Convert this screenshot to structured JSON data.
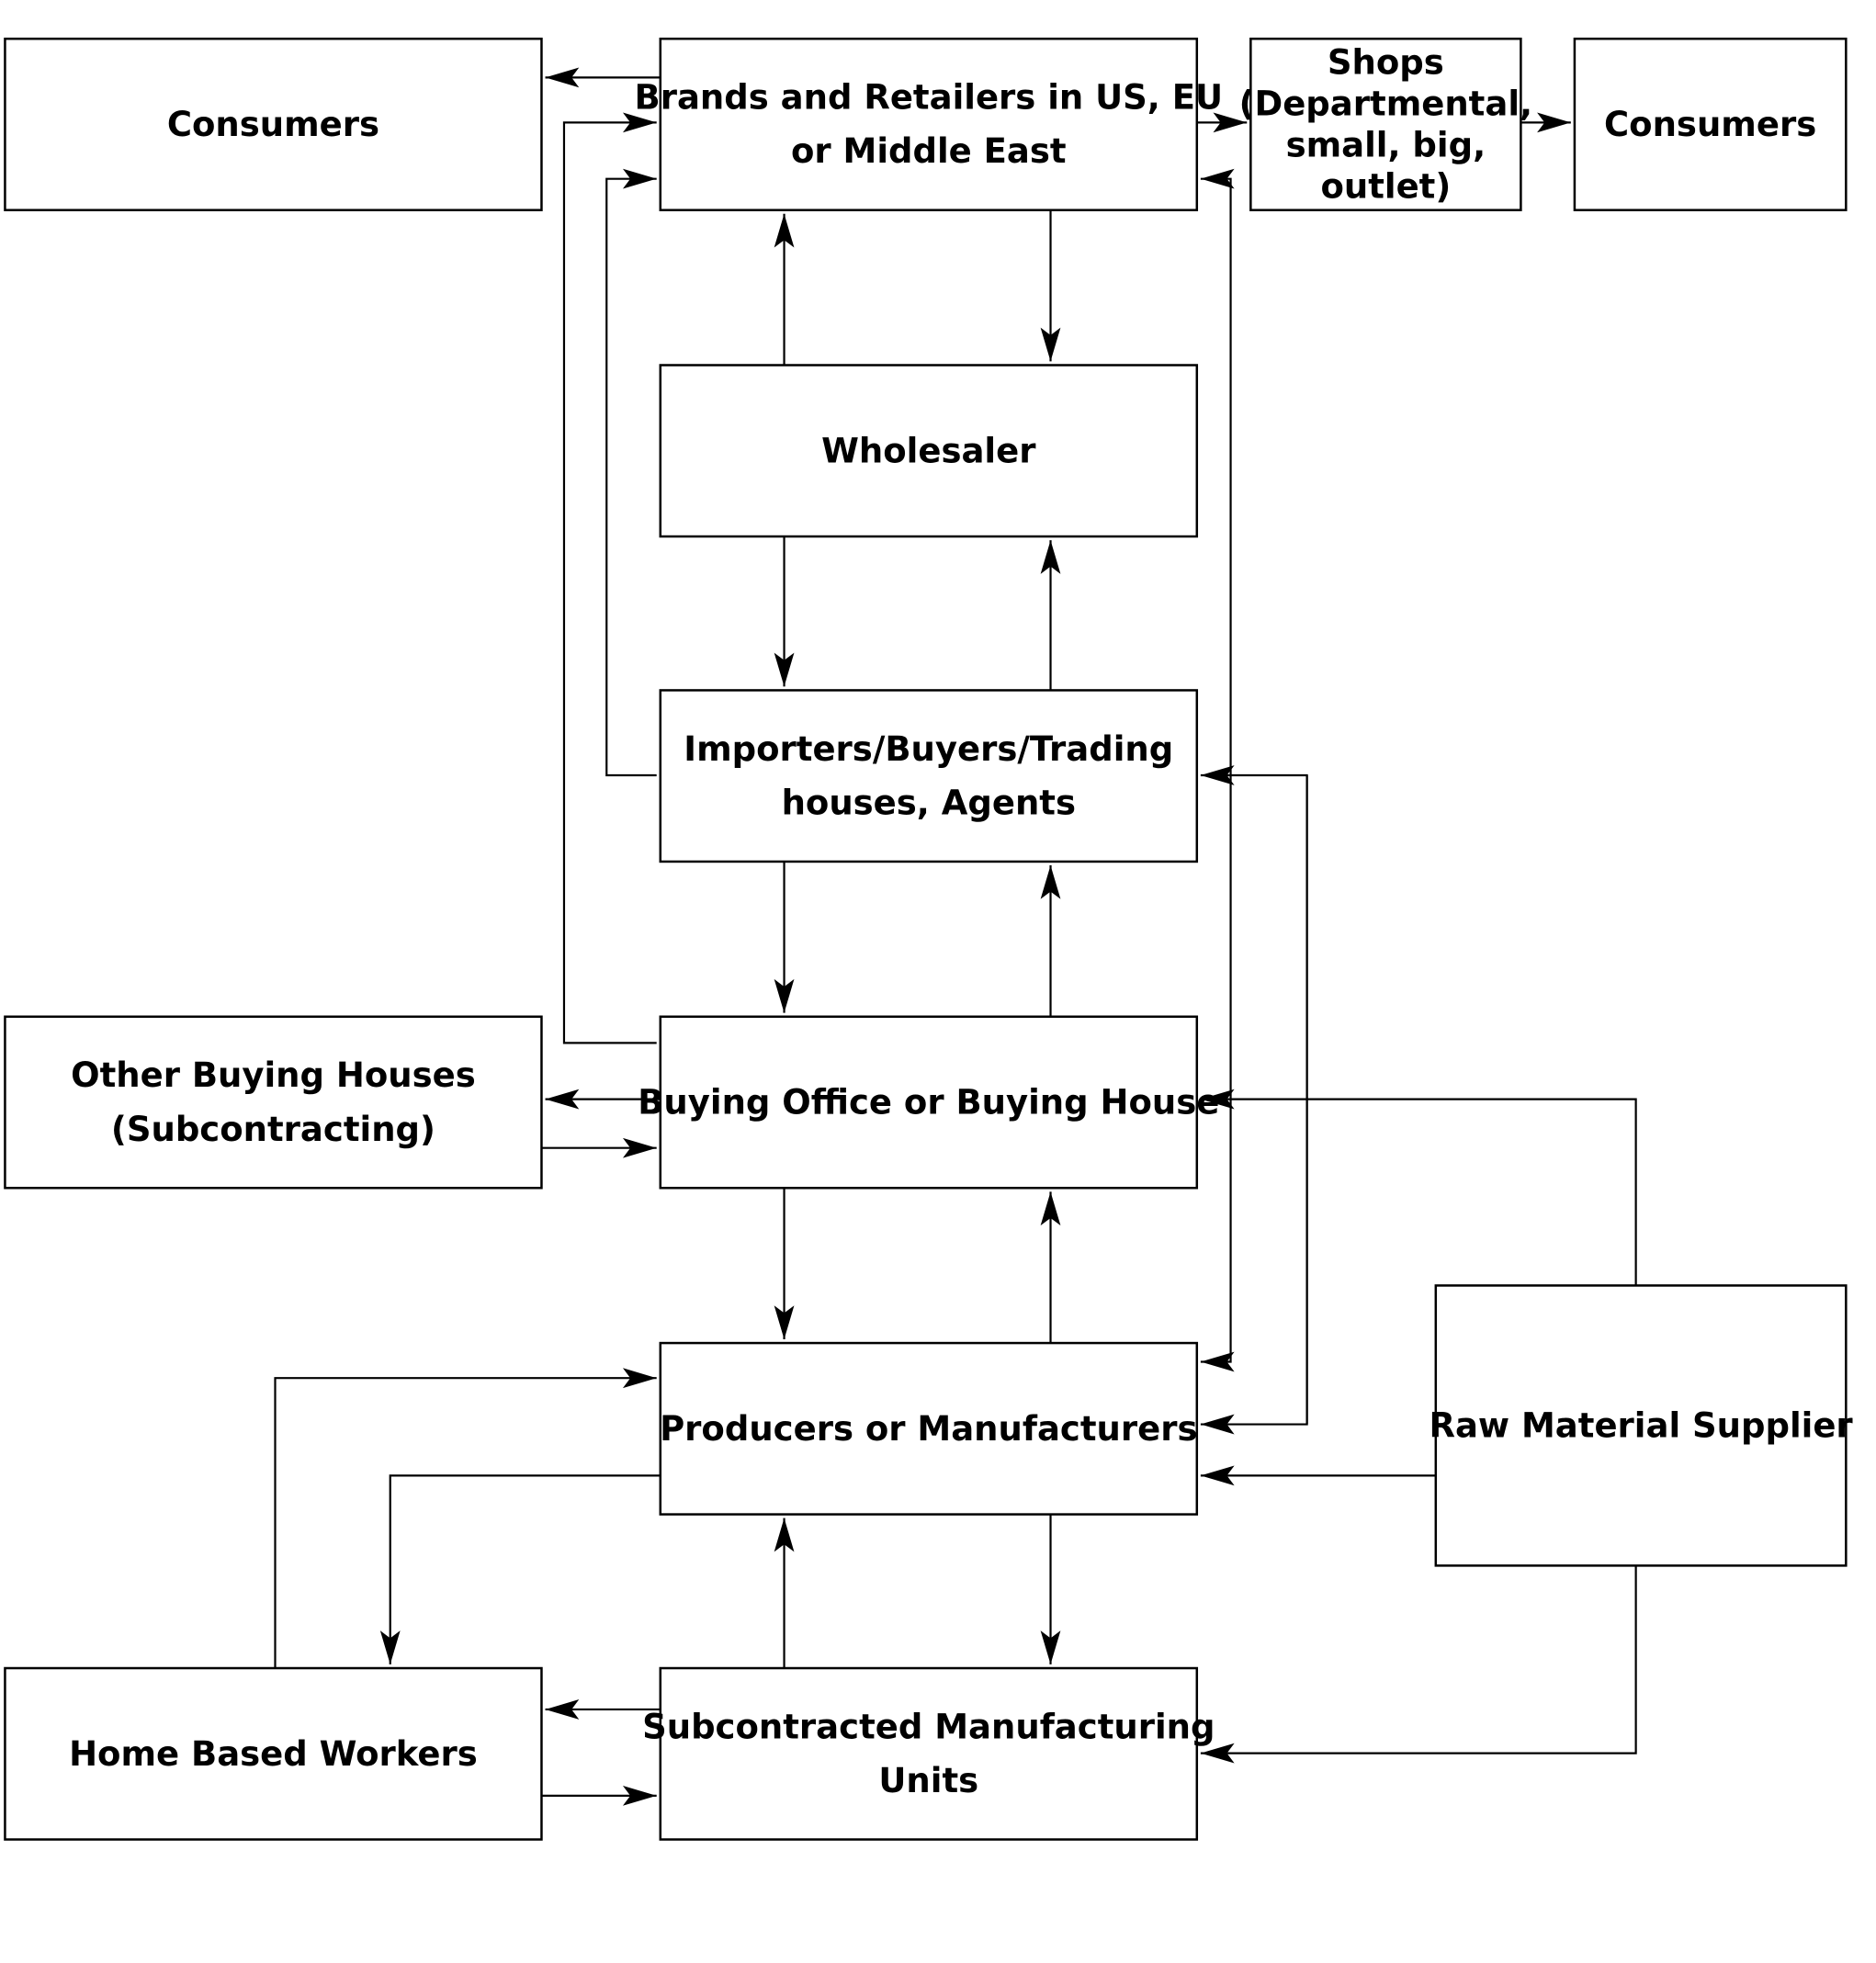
{
  "diagram": {
    "nodes": [
      {
        "id": "consumers-left",
        "lines": [
          "Consumers"
        ]
      },
      {
        "id": "brands-retailers",
        "lines": [
          "Brands and Retailers in US, EU",
          "or Middle East"
        ]
      },
      {
        "id": "shops",
        "lines": [
          "Shops",
          "(Departmental,",
          "small, big,",
          "outlet)"
        ]
      },
      {
        "id": "consumers-right",
        "lines": [
          "Consumers"
        ]
      },
      {
        "id": "wholesaler",
        "lines": [
          "Wholesaler"
        ]
      },
      {
        "id": "importers",
        "lines": [
          "Importers/Buyers/Trading",
          "houses, Agents"
        ]
      },
      {
        "id": "other-buying-houses",
        "lines": [
          "Other Buying Houses",
          "(Subcontracting)"
        ]
      },
      {
        "id": "buying-office",
        "lines": [
          "Buying Office or Buying House"
        ]
      },
      {
        "id": "producers",
        "lines": [
          "Producers or Manufacturers"
        ]
      },
      {
        "id": "raw-material-supplier",
        "lines": [
          "Raw Material Supplier"
        ]
      },
      {
        "id": "home-based-workers",
        "lines": [
          "Home Based Workers"
        ]
      },
      {
        "id": "subcontracted-units",
        "lines": [
          "Subcontracted Manufacturing",
          "Units"
        ]
      }
    ],
    "edges": [
      {
        "from": "brands-retailers",
        "to": "consumers-left"
      },
      {
        "from": "brands-retailers",
        "to": "shops"
      },
      {
        "from": "shops",
        "to": "consumers-right"
      },
      {
        "from": "wholesaler",
        "to": "brands-retailers"
      },
      {
        "from": "brands-retailers",
        "to": "wholesaler"
      },
      {
        "from": "wholesaler",
        "to": "importers"
      },
      {
        "from": "importers",
        "to": "wholesaler"
      },
      {
        "from": "importers",
        "to": "buying-office"
      },
      {
        "from": "buying-office",
        "to": "importers"
      },
      {
        "from": "buying-office",
        "to": "producers"
      },
      {
        "from": "producers",
        "to": "buying-office"
      },
      {
        "from": "producers",
        "to": "subcontracted-units"
      },
      {
        "from": "subcontracted-units",
        "to": "producers"
      },
      {
        "from": "buying-office",
        "to": "brands-retailers"
      },
      {
        "from": "importers",
        "to": "brands-retailers"
      },
      {
        "from": "buying-office",
        "to": "other-buying-houses"
      },
      {
        "from": "other-buying-houses",
        "to": "buying-office"
      },
      {
        "from": "subcontracted-units",
        "to": "home-based-workers"
      },
      {
        "from": "home-based-workers",
        "to": "subcontracted-units"
      },
      {
        "from": "home-based-workers",
        "to": "producers"
      },
      {
        "from": "producers",
        "to": "home-based-workers"
      },
      {
        "from": "producers",
        "to": "brands-retailers"
      },
      {
        "from": "brands-retailers",
        "to": "producers"
      },
      {
        "from": "producers",
        "to": "importers"
      },
      {
        "from": "importers",
        "to": "producers"
      },
      {
        "from": "raw-material-supplier",
        "to": "buying-office"
      },
      {
        "from": "raw-material-supplier",
        "to": "producers"
      },
      {
        "from": "raw-material-supplier",
        "to": "subcontracted-units"
      }
    ]
  }
}
